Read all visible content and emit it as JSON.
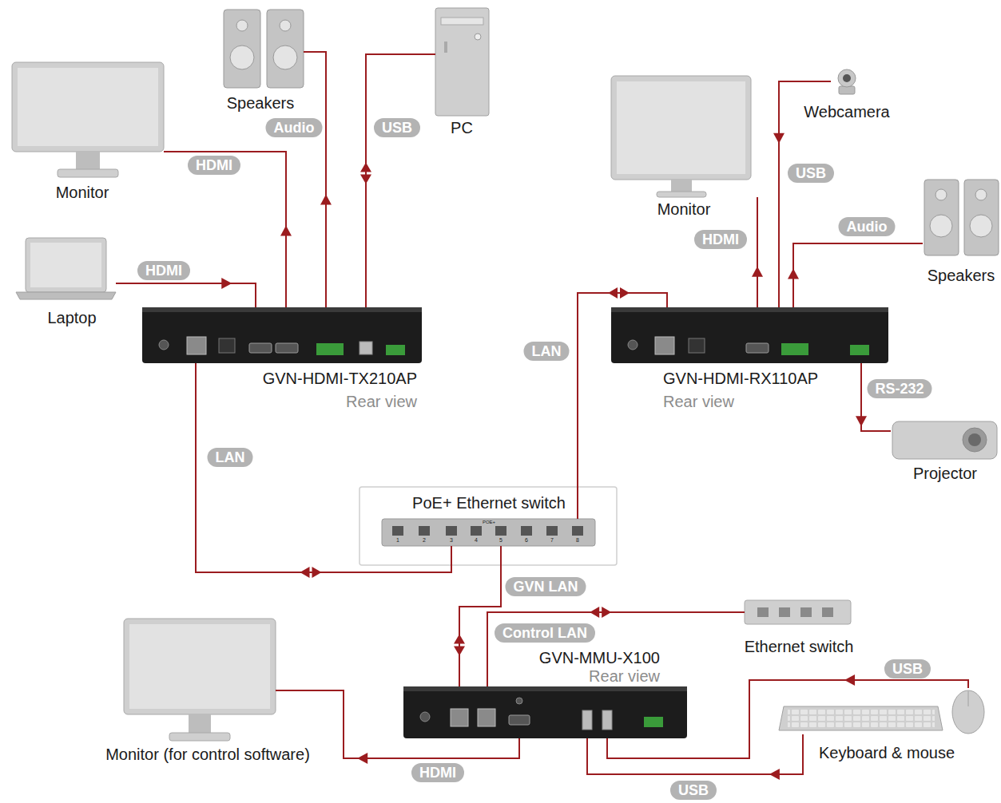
{
  "diagram": {
    "nodes": [
      {
        "text": [
          "Monitor"
        ]
      },
      {
        "text": [
          "Speakers"
        ]
      },
      {
        "text": [
          "PC"
        ]
      },
      {
        "text": [
          "Laptop"
        ]
      },
      {
        "text": [
          "GVN-HDMI-TX210AP",
          "Rear view"
        ]
      },
      {
        "text": [
          "Monitor"
        ]
      },
      {
        "text": [
          "Webcamera"
        ]
      },
      {
        "text": [
          "Speakers"
        ]
      },
      {
        "text": [
          "GVN-HDMI-RX110AP",
          "Rear view"
        ]
      },
      {
        "text": [
          "Projector"
        ]
      },
      {
        "text": [
          "PoE+ Ethernet switch"
        ]
      },
      {
        "text": [
          "Monitor (for control software)"
        ]
      },
      {
        "text": [
          "GVN-MMU-X100",
          "Rear view"
        ]
      },
      {
        "text": [
          "Ethernet switch"
        ]
      },
      {
        "text": [
          "Keyboard & mouse"
        ]
      }
    ],
    "edges": [
      {
        "from": 4,
        "to": 0,
        "label": "HDMI",
        "arrow": "to"
      },
      {
        "from": 4,
        "to": 1,
        "label": "Audio",
        "arrow": "to"
      },
      {
        "from": 4,
        "to": 2,
        "label": "USB",
        "arrow": "both"
      },
      {
        "from": 3,
        "to": 4,
        "label": "HDMI",
        "arrow": "to"
      },
      {
        "from": 4,
        "to": 10,
        "label": "LAN",
        "arrow": "both"
      },
      {
        "from": 8,
        "to": 10,
        "label": "LAN",
        "arrow": "both"
      },
      {
        "from": 8,
        "to": 5,
        "label": "HDMI",
        "arrow": "to"
      },
      {
        "from": 6,
        "to": 8,
        "label": "USB",
        "arrow": "to"
      },
      {
        "from": 8,
        "to": 7,
        "label": "Audio",
        "arrow": "to"
      },
      {
        "from": 8,
        "to": 9,
        "label": "RS-232",
        "arrow": "to"
      },
      {
        "from": 12,
        "to": 10,
        "label": "GVN LAN",
        "arrow": "both"
      },
      {
        "from": 12,
        "to": 13,
        "label": "Control LAN",
        "arrow": "both"
      },
      {
        "from": 12,
        "to": 11,
        "label": "HDMI",
        "arrow": "to"
      },
      {
        "from": 14,
        "to": 12,
        "label": "USB",
        "arrow": "to"
      },
      {
        "from": 14,
        "to": 12,
        "label": "USB",
        "arrow": "to"
      }
    ],
    "labels": [
      "POE+",
      "1",
      "2",
      "3",
      "4",
      "5",
      "6",
      "7",
      "8"
    ]
  }
}
